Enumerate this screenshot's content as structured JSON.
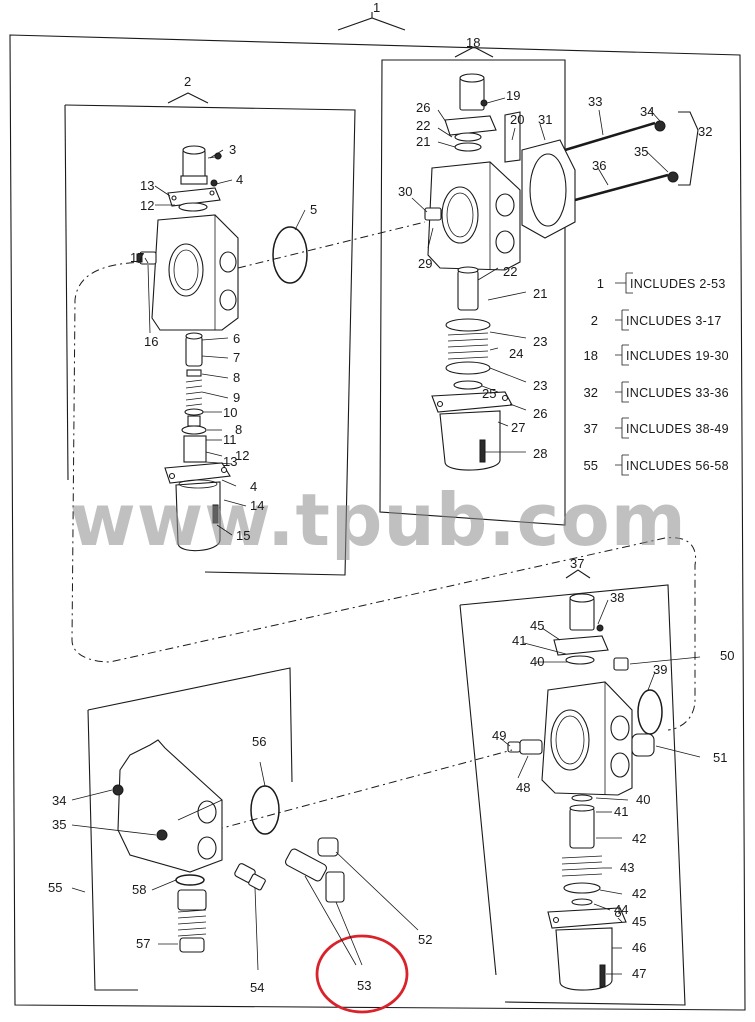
{
  "callouts": {
    "c1": "1",
    "c2": "2",
    "c3": "3",
    "c4a": "4",
    "c4b": "4",
    "c5": "5",
    "c6": "6",
    "c7": "7",
    "c8a": "8",
    "c8b": "8",
    "c9": "9",
    "c10": "10",
    "c11": "11",
    "c12a": "12",
    "c12b": "12",
    "c13a": "13",
    "c13b": "13",
    "c14": "14",
    "c15": "15",
    "c16": "16",
    "c17": "17",
    "c18": "18",
    "c19": "19",
    "c20": "20",
    "c21a": "21",
    "c21b": "21",
    "c22a": "22",
    "c22b": "22",
    "c23a": "23",
    "c23b": "23",
    "c24": "24",
    "c25": "25",
    "c26a": "26",
    "c26b": "26",
    "c27": "27",
    "c28": "28",
    "c29": "29",
    "c30": "30",
    "c31": "31",
    "c32": "32",
    "c33": "33",
    "c34a": "34",
    "c34b": "34",
    "c35a": "35",
    "c35b": "35",
    "c36": "36",
    "c37": "37",
    "c38": "38",
    "c39": "39",
    "c40a": "40",
    "c40b": "40",
    "c41a": "41",
    "c41b": "41",
    "c42a": "42",
    "c42b": "42",
    "c43": "43",
    "c44": "44",
    "c45a": "45",
    "c45b": "45",
    "c46": "46",
    "c47": "47",
    "c48": "48",
    "c49": "49",
    "c50": "50",
    "c51": "51",
    "c52": "52",
    "c53": "53",
    "c54": "54",
    "c55": "55",
    "c56": "56",
    "c57": "57",
    "c58": "58"
  },
  "legend": [
    {
      "ref": "1",
      "text": "INCLUDES 2-53"
    },
    {
      "ref": "2",
      "text": "INCLUDES 3-17"
    },
    {
      "ref": "18",
      "text": "INCLUDES 19-30"
    },
    {
      "ref": "32",
      "text": "INCLUDES 33-36"
    },
    {
      "ref": "37",
      "text": "INCLUDES 38-49"
    },
    {
      "ref": "55",
      "text": "INCLUDES 56-58"
    }
  ],
  "watermark": "www.tpub.com",
  "highlight_color": "#d9222a"
}
